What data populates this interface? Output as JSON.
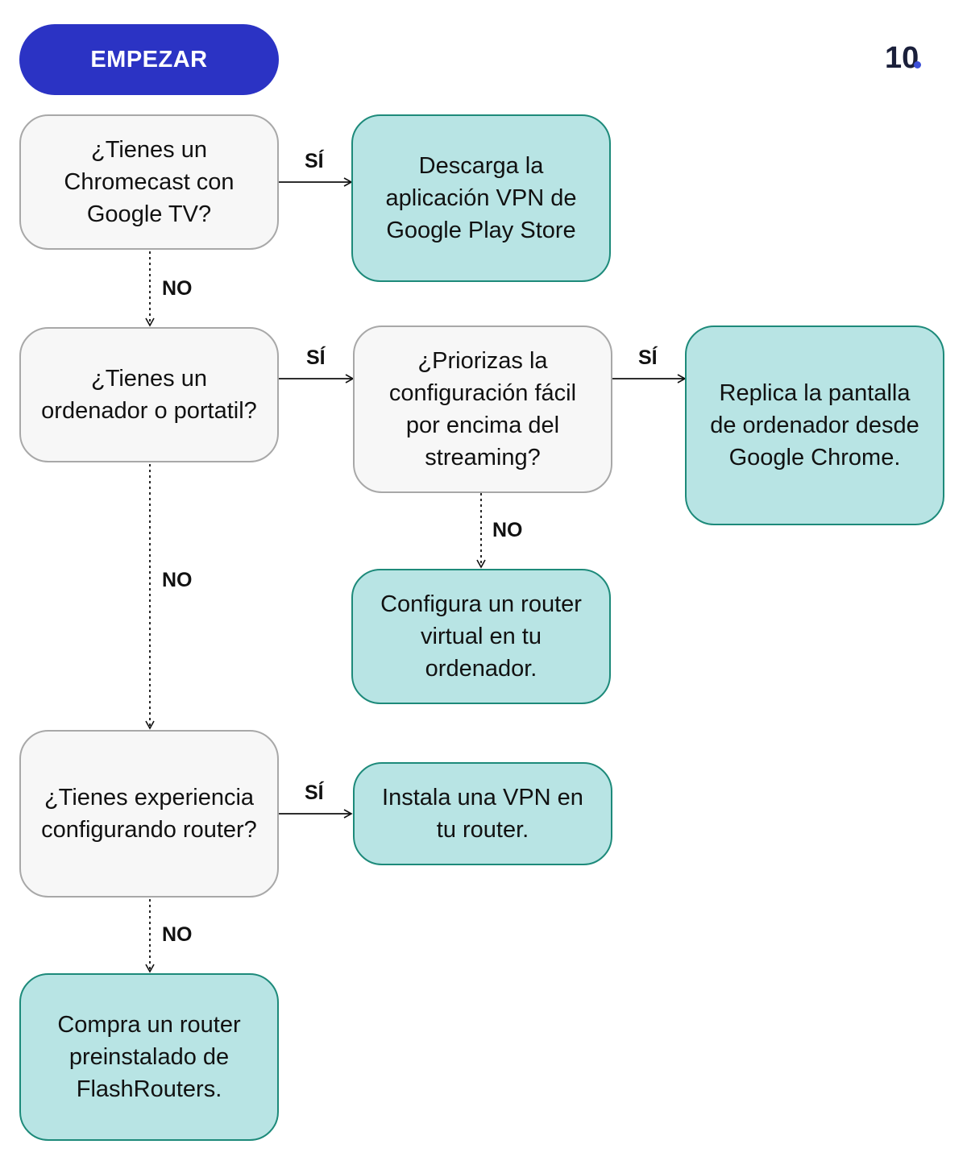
{
  "start": {
    "label": "EMPEZAR"
  },
  "logo": {
    "text": "10"
  },
  "nodes": {
    "q_chromecast": "¿Tienes un Chromecast con Google TV?",
    "a_google_play": "Descarga la aplicación VPN de Google Play Store",
    "q_computer": "¿Tienes un ordenador o portatil?",
    "q_easy_setup": "¿Priorizas la configuración fácil por encima del streaming?",
    "a_mirror": "Replica la pantalla de ordenador desde Google Chrome.",
    "a_virtual_router": "Configura un router virtual en tu ordenador.",
    "q_router_exp": "¿Tienes experiencia configurando router?",
    "a_install_router": "Instala una VPN en tu router.",
    "a_flashrouters": "Compra un router preinstalado de FlashRouters."
  },
  "labels": {
    "yes_chromecast": "SÍ",
    "no_chromecast": "NO",
    "yes_computer": "SÍ",
    "yes_easy_setup": "SÍ",
    "no_easy_setup": "NO",
    "no_computer": "NO",
    "yes_router_exp": "SÍ",
    "no_router_exp": "NO"
  },
  "colors": {
    "start": "#2b33c4",
    "question_fill": "#f7f7f7",
    "answer_fill": "#b8e4e4",
    "answer_border": "#1d8a7a"
  }
}
